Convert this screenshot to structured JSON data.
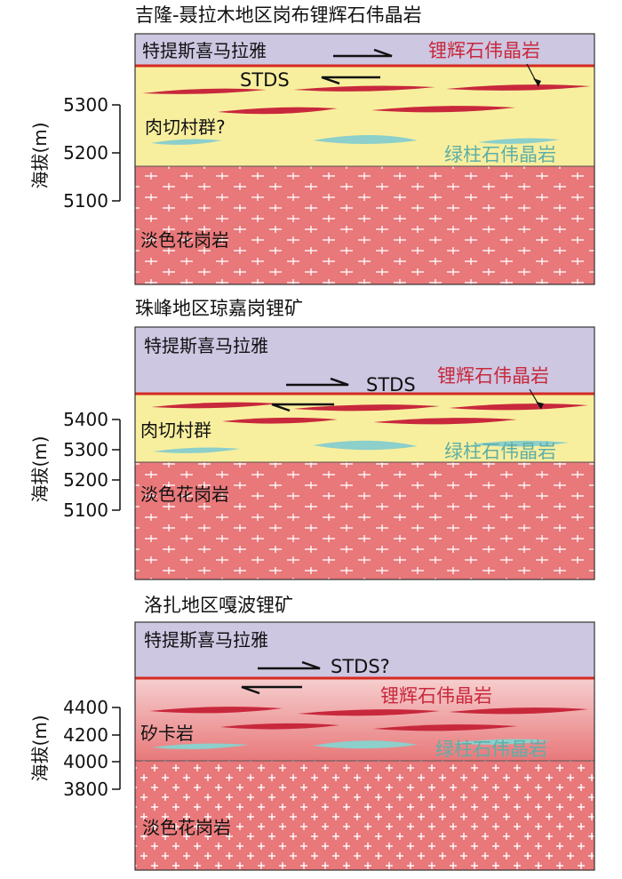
{
  "colors": {
    "tethys": "#cdc7e2",
    "yellow_layer": "#f8ef9e",
    "granite": "#e8787a",
    "skarn_top": "#f4c8c8",
    "spodumene": "#c8283c",
    "beryl": "#8ccfcb",
    "stds_line": "#d42a20"
  },
  "panels": [
    {
      "title": "吉隆-聂拉木地区岗布锂辉石伟晶岩",
      "top_unit": "特提斯喜马拉雅",
      "middle_unit": "肉切村群?",
      "bottom_unit": "淡色花岗岩",
      "fault": "STDS",
      "spodumene_label": "锂辉石伟晶岩",
      "beryl_label": "绿柱石伟晶岩",
      "ylabel": "海拔(m)",
      "ticks": [
        "5300",
        "5200",
        "5100"
      ]
    },
    {
      "title": "珠峰地区琼嘉岗锂矿",
      "top_unit": "特提斯喜马拉雅",
      "middle_unit": "肉切村群",
      "bottom_unit": "淡色花岗岩",
      "fault": "STDS",
      "spodumene_label": "锂辉石伟晶岩",
      "beryl_label": "绿柱石伟晶岩",
      "ylabel": "海拔(m)",
      "ticks": [
        "5400",
        "5300",
        "5200",
        "5100"
      ]
    },
    {
      "title": "洛扎地区嘎波锂矿",
      "top_unit": "特提斯喜马拉雅",
      "middle_unit": "矽卡岩",
      "bottom_unit": "淡色花岗岩",
      "fault": "STDS?",
      "spodumene_label": "锂辉石伟晶岩",
      "beryl_label": "绿柱石伟晶岩",
      "ylabel": "海拔(m)",
      "ticks": [
        "4400",
        "4200",
        "4000",
        "3800"
      ]
    }
  ]
}
